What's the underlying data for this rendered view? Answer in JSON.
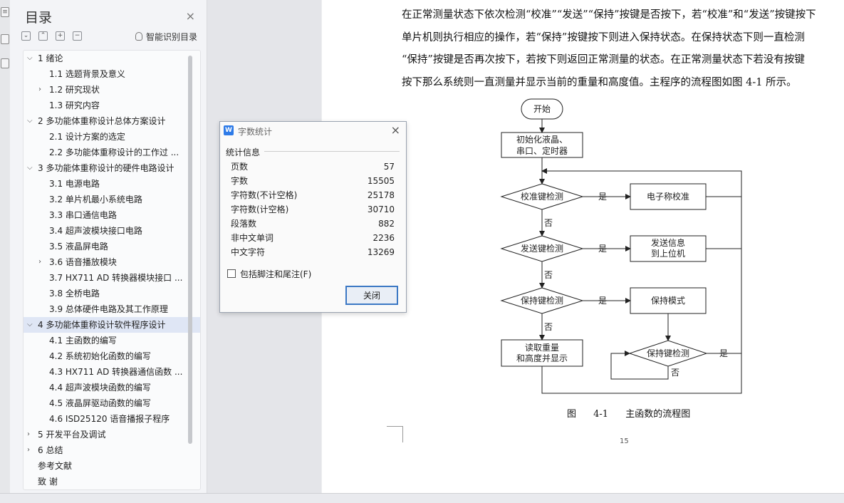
{
  "toc": {
    "title": "目录",
    "close": "×",
    "toolbar": {
      "collapse": "⌄",
      "expand": "⌃",
      "add": "+",
      "remove": "−"
    },
    "smart_label": "智能识别目录",
    "items": [
      {
        "label": "1 绪论",
        "level": 1,
        "chev": "⌵"
      },
      {
        "label": "1.1 选题背景及意义",
        "level": 2,
        "chev": ""
      },
      {
        "label": "1.2 研究现状",
        "level": 2,
        "chev": "›"
      },
      {
        "label": "1.3 研究内容",
        "level": 2,
        "chev": ""
      },
      {
        "label": "2 多功能体重称设计总体方案设计",
        "level": 1,
        "chev": "⌵"
      },
      {
        "label": "2.1 设计方案的选定",
        "level": 2,
        "chev": ""
      },
      {
        "label": "2.2 多功能体重称设计的工作过 ...",
        "level": 2,
        "chev": ""
      },
      {
        "label": "3 多功能体重称设计的硬件电路设计",
        "level": 1,
        "chev": "⌵"
      },
      {
        "label": "3.1 电源电路",
        "level": 2,
        "chev": ""
      },
      {
        "label": "3.2 单片机最小系统电路",
        "level": 2,
        "chev": ""
      },
      {
        "label": "3.3 串口通信电路",
        "level": 2,
        "chev": ""
      },
      {
        "label": "3.4 超声波模块接口电路",
        "level": 2,
        "chev": ""
      },
      {
        "label": "3.5 液晶屏电路",
        "level": 2,
        "chev": ""
      },
      {
        "label": "3.6 语音播放模块",
        "level": 2,
        "chev": "›"
      },
      {
        "label": "3.7 HX711 AD 转换器模块接口 ...",
        "level": 2,
        "chev": ""
      },
      {
        "label": "3.8 全桥电路",
        "level": 2,
        "chev": ""
      },
      {
        "label": "3.9 总体硬件电路及其工作原理",
        "level": 2,
        "chev": ""
      },
      {
        "label": "4 多功能体重称设计软件程序设计",
        "level": 1,
        "chev": "⌵"
      },
      {
        "label": "4.1 主函数的编写",
        "level": 2,
        "chev": ""
      },
      {
        "label": "4.2 系统初始化函数的编写",
        "level": 2,
        "chev": ""
      },
      {
        "label": "4.3 HX711 AD 转换器通信函数 ...",
        "level": 2,
        "chev": ""
      },
      {
        "label": "4.4 超声波模块函数的编写",
        "level": 2,
        "chev": ""
      },
      {
        "label": "4.5 液晶屏驱动函数的编写",
        "level": 2,
        "chev": ""
      },
      {
        "label": "4.6 ISD25120 语音播报子程序",
        "level": 2,
        "chev": ""
      },
      {
        "label": "5 开发平台及调试",
        "level": 1,
        "chev": "›"
      },
      {
        "label": "6 总结",
        "level": 1,
        "chev": "›"
      },
      {
        "label": "参考文献",
        "level": 1,
        "chev": ""
      },
      {
        "label": "致    谢",
        "level": 1,
        "chev": ""
      }
    ]
  },
  "document": {
    "lines": [
      "在正常测量状态下依次检测“校准”“发送”“保持”按键是否按下，若“校准”和“发送”按键按下",
      "单片机则执行相应的操作，若“保持”按键按下则进入保持状态。在保持状态下则一直检测",
      "“保持”按键是否再次按下，若按下则返回正常测量的状态。在正常测量状态下若没有按键",
      "按下那么系统则一直测量并显示当前的重量和高度值。主程序的流程图如图 4-1 所示。"
    ],
    "caption": "图 4-1 主函数的流程图",
    "page_number": "15"
  },
  "flowchart": {
    "start": "开始",
    "init": [
      "初始化液晶、",
      "串口、定时器"
    ],
    "calib_check": "校准键检测",
    "calib_action": "电子称校准",
    "send_check": "发送键检测",
    "send_action": [
      "发送信息",
      "到上位机"
    ],
    "hold_check": "保持键检测",
    "hold_action": "保持模式",
    "read_action": [
      "读取重量",
      "和高度并显示"
    ],
    "hold_loop_check": "保持键检测",
    "yes": "是",
    "no": "否"
  },
  "dialog": {
    "title": "字数统计",
    "close": "×",
    "group_label": "统计信息",
    "stats": [
      {
        "label": "页数",
        "value": "57"
      },
      {
        "label": "字数",
        "value": "15505"
      },
      {
        "label": "字符数(不计空格)",
        "value": "25178"
      },
      {
        "label": "字符数(计空格)",
        "value": "30710"
      },
      {
        "label": "段落数",
        "value": "882"
      },
      {
        "label": "非中文单词",
        "value": "2236"
      },
      {
        "label": "中文字符",
        "value": "13269"
      }
    ],
    "checkbox_label": "包括脚注和尾注(F)",
    "close_button": "关闭"
  }
}
